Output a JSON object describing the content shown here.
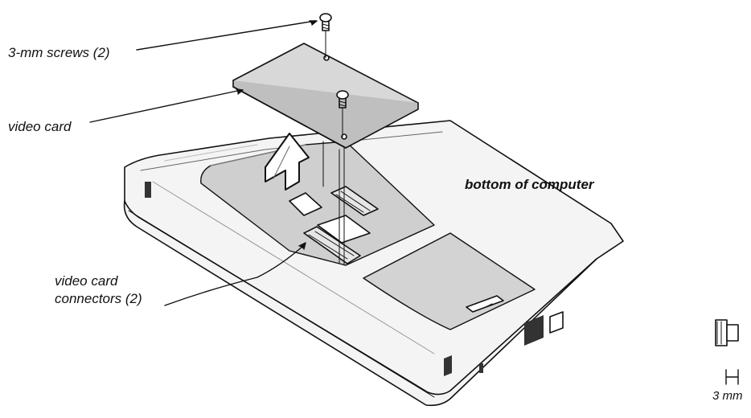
{
  "labels": {
    "screws": "3-mm screws (2)",
    "video_card": "video card",
    "connectors_line1": "video card",
    "connectors_line2": "connectors (2)",
    "bottom": "bottom of computer",
    "dimension": "3 mm"
  },
  "icons": [
    "screw-icon",
    "up-arrow-icon",
    "dimension-bracket-icon"
  ]
}
